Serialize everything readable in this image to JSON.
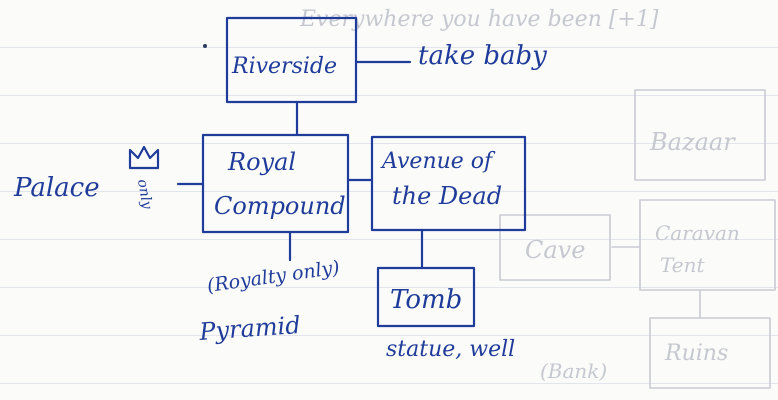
{
  "nodes": {
    "riverside": {
      "label": "Riverside",
      "note": "take baby"
    },
    "royal_compound": {
      "label_line1": "Royal",
      "label_line2": "Compound"
    },
    "avenue": {
      "label_line1": "Avenue of",
      "label_line2": "the Dead"
    },
    "tomb": {
      "label": "Tomb",
      "note": "statue, well"
    }
  },
  "palace": {
    "label": "Palace",
    "note": "only"
  },
  "pyramid": {
    "note": "(Royalty only)",
    "label": "Pyramid"
  },
  "ghost": {
    "top_line": "Everywhere you have been [+1]",
    "bazaar": "Bazaar",
    "cave": "Cave",
    "caravan": "Caravan",
    "tent": "Tent",
    "ruins": "Ruins",
    "ghost_note": "(Bank)"
  },
  "colors": {
    "ink": "#1f3c9a",
    "ghost": "#c9cbd2",
    "paper": "#fbfbfa"
  }
}
